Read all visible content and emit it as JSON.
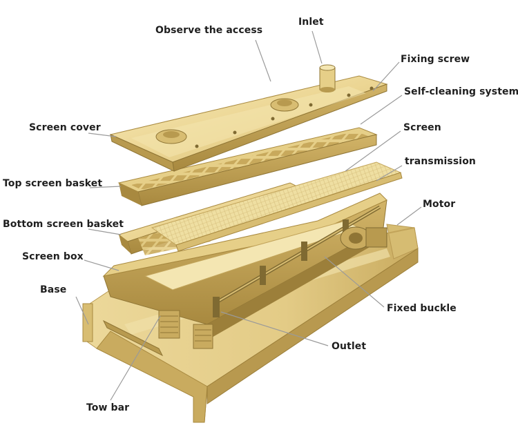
{
  "diagram": {
    "labels": {
      "observe_access": "Observe the access",
      "inlet": "Inlet",
      "fixing_screw": "Fixing screw",
      "self_cleaning": "Self-cleaning system",
      "screen": "Screen",
      "transmission": "transmission",
      "motor": "Motor",
      "fixed_buckle": "Fixed buckle",
      "outlet": "Outlet",
      "tow_bar": "Tow bar",
      "base": "Base",
      "screen_box": "Screen box",
      "bottom_screen_basket": "Bottom screen basket",
      "top_screen_basket": "Top screen basket",
      "screen_cover": "Screen cover"
    },
    "colors": {
      "brass_light": "#f3e3a4",
      "brass_mid": "#dcc178",
      "brass_dark": "#a8893f",
      "brass_shadow": "#7f6a32",
      "leader_line": "#9a9a9a",
      "label_text": "#1f1f1f"
    }
  }
}
